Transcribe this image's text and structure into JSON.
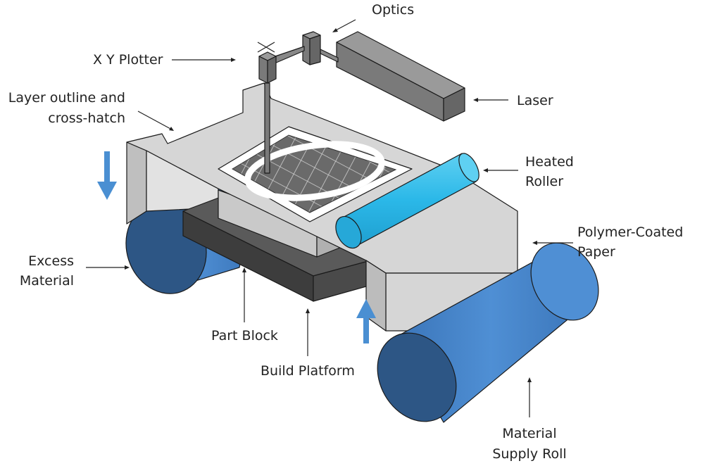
{
  "labels": {
    "optics": "Optics",
    "xy_plotter": "X Y Plotter",
    "layer_outline_1": "Layer outline and",
    "layer_outline_2": "cross-hatch",
    "laser": "Laser",
    "heated_roller_1": "Heated",
    "heated_roller_2": "Roller",
    "polymer_paper_1": "Polymer-Coated",
    "polymer_paper_2": "Paper",
    "excess_material_1": "Excess",
    "excess_material_2": "Material",
    "part_block": "Part Block",
    "build_platform": "Build Platform",
    "supply_roll_1": "Material",
    "supply_roll_2": "Supply Roll"
  },
  "colors": {
    "roll_blue": "#3f7ec4",
    "roll_end": "#2d5685",
    "roller_cyan": "#2bb8e8",
    "paper_gray": "#d6d6d6",
    "arrow_blue": "#4a8fd2",
    "laser_gray": "#808080",
    "platform_dark": "#4a4a4a"
  },
  "motion_arrows": [
    "down-arrow",
    "up-arrow"
  ]
}
